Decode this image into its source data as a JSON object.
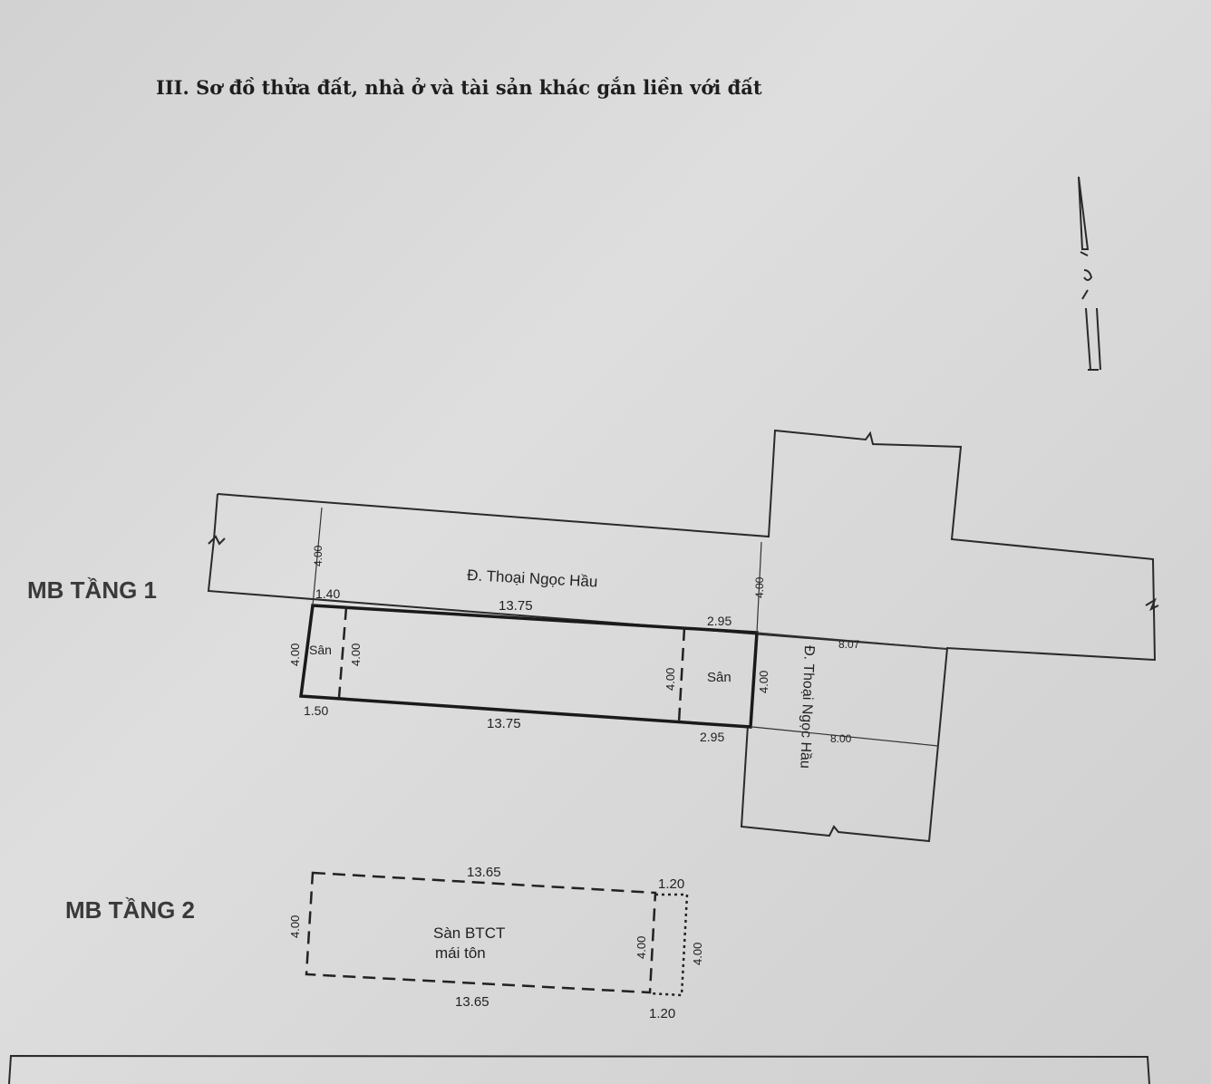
{
  "title": "III. Sơ đồ thửa đất, nhà ở và tài sản khác gắn liền với đất",
  "floor1": {
    "label": "MB TẦNG 1",
    "street_horizontal": "Đ. Thoại Ngọc Hầu",
    "street_vertical": "Đ. Thoại Ngọc Hầu",
    "yard_left": "Sân",
    "yard_right": "Sân",
    "dims": {
      "top_left": "1.40",
      "top_mid": "13.75",
      "top_right": "2.95",
      "bottom_left": "1.50",
      "bottom_mid": "13.75",
      "bottom_right": "2.95",
      "left_side": "4.00",
      "inner_left": "4.00",
      "inner_right": "4.00",
      "right_side": "4.00",
      "road_left_width": "4.00",
      "road_right_width": "4.00",
      "road_vertical_top": "8.07",
      "road_vertical_bottom": "8.00"
    }
  },
  "floor2": {
    "label": "MB TẦNG 2",
    "room_line1": "Sàn BTCT",
    "room_line2": "mái tôn",
    "dims": {
      "top_main": "13.65",
      "top_ext": "1.20",
      "bottom_main": "13.65",
      "bottom_ext": "1.20",
      "left_side": "4.00",
      "inner_side": "4.00",
      "ext_side": "4.00"
    }
  }
}
